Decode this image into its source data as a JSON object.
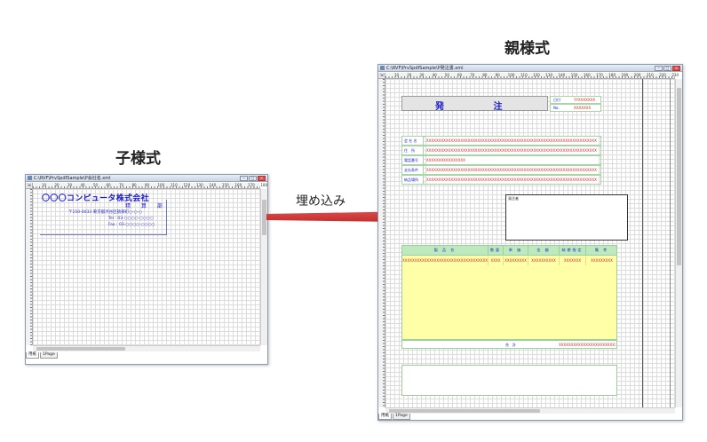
{
  "headings": {
    "child": "子様式",
    "parent": "親様式",
    "embed": "埋め込み"
  },
  "colors": {
    "arrow": "#d62f2f",
    "form_text": "#1a1acc",
    "field_value": "#dd2222",
    "table_fill": "#ffffa8",
    "header_fill": "#bfe8bf"
  },
  "child_window": {
    "title": "C:\\RVF\\PrvSpdfSample\\P会社名.xml",
    "ruler_numbers": [
      "10",
      "20",
      "30",
      "40",
      "50",
      "60",
      "70",
      "80",
      "90",
      "100",
      "110",
      "120",
      "130",
      "140",
      "150",
      "160",
      "170",
      "180"
    ],
    "company": "〇〇〇コンピュータ株式会社",
    "department": "精 算 部",
    "address": "〒150-0033 東京都渋谷区猿楽町○-○-○",
    "tel": "Tel : 03-○○○○-○○○○",
    "fax": "Fax : 03-○○○○-○○○○",
    "tabs": [
      "用紙",
      "1Page"
    ]
  },
  "parent_window": {
    "title": "C:\\RVF\\PrvSpdfSample\\P発注書.xml",
    "ruler_numbers": [
      "10",
      "20",
      "30",
      "40",
      "50",
      "60",
      "70",
      "80",
      "90",
      "100",
      "110",
      "120",
      "130",
      "140",
      "150",
      "160",
      "170",
      "180",
      "190",
      "200",
      "210",
      "220",
      "230"
    ],
    "form_title": "発 注 書",
    "date_label": "日付",
    "date_value": "YYXXXXXXX",
    "no_label": "No.",
    "no_value": "XXXXXXX",
    "fields": [
      {
        "label": "会 社 名",
        "value": "XXXXXXXXXXXXXXXXXXXXXXXXXXXXXXXXXXXXXXXXXXXXXXXXXXXXXXXXXXXXXXXXXXXXXX"
      },
      {
        "label": "住　所",
        "value": "XXXXXXXXXXXXXXXXXXXXXXXXXXXXXXXXXXXXXXXXXXXXXXXXXXXXXXXXXXXXXXXXXXXXXX"
      },
      {
        "label": "電話番号",
        "value": "XXXXXXXXXXXXXXXX"
      },
      {
        "label": "支払条件",
        "value": "XXXXXXXXXXXXXXXXXXXXXXXXXXXXXXXXXXXXXXXXXXXXXXXXXXXXXXXXXXXXXXXXXXXXXX"
      },
      {
        "label": "納品場所",
        "value": "XXXXXXXXXXXXXXXXXXXXXXXXXXXXXXXXXXXXXXXXXXXXXXXXXXXXXXXXXXXXXXXXXXXXXX"
      }
    ],
    "stamp_label": "発注者",
    "table": {
      "headers": [
        "製 品 名",
        "数量",
        "単 価",
        "金 額",
        "納期指定",
        "備 考"
      ],
      "first_row": [
        "XXXXXXXXXXXXXXXXXXXXXXXXXXXXXXXXXXX",
        "XXXX",
        "XXXXXXXXX",
        "XXXXXXXXXX",
        "XXXXXXX",
        "XXXXXXXXX"
      ],
      "total_label": "合　計",
      "total_value": "XXXXXXXXXXXXXXXXXXXXXXXXXX"
    },
    "tabs": [
      "用紙",
      "1Page"
    ]
  }
}
